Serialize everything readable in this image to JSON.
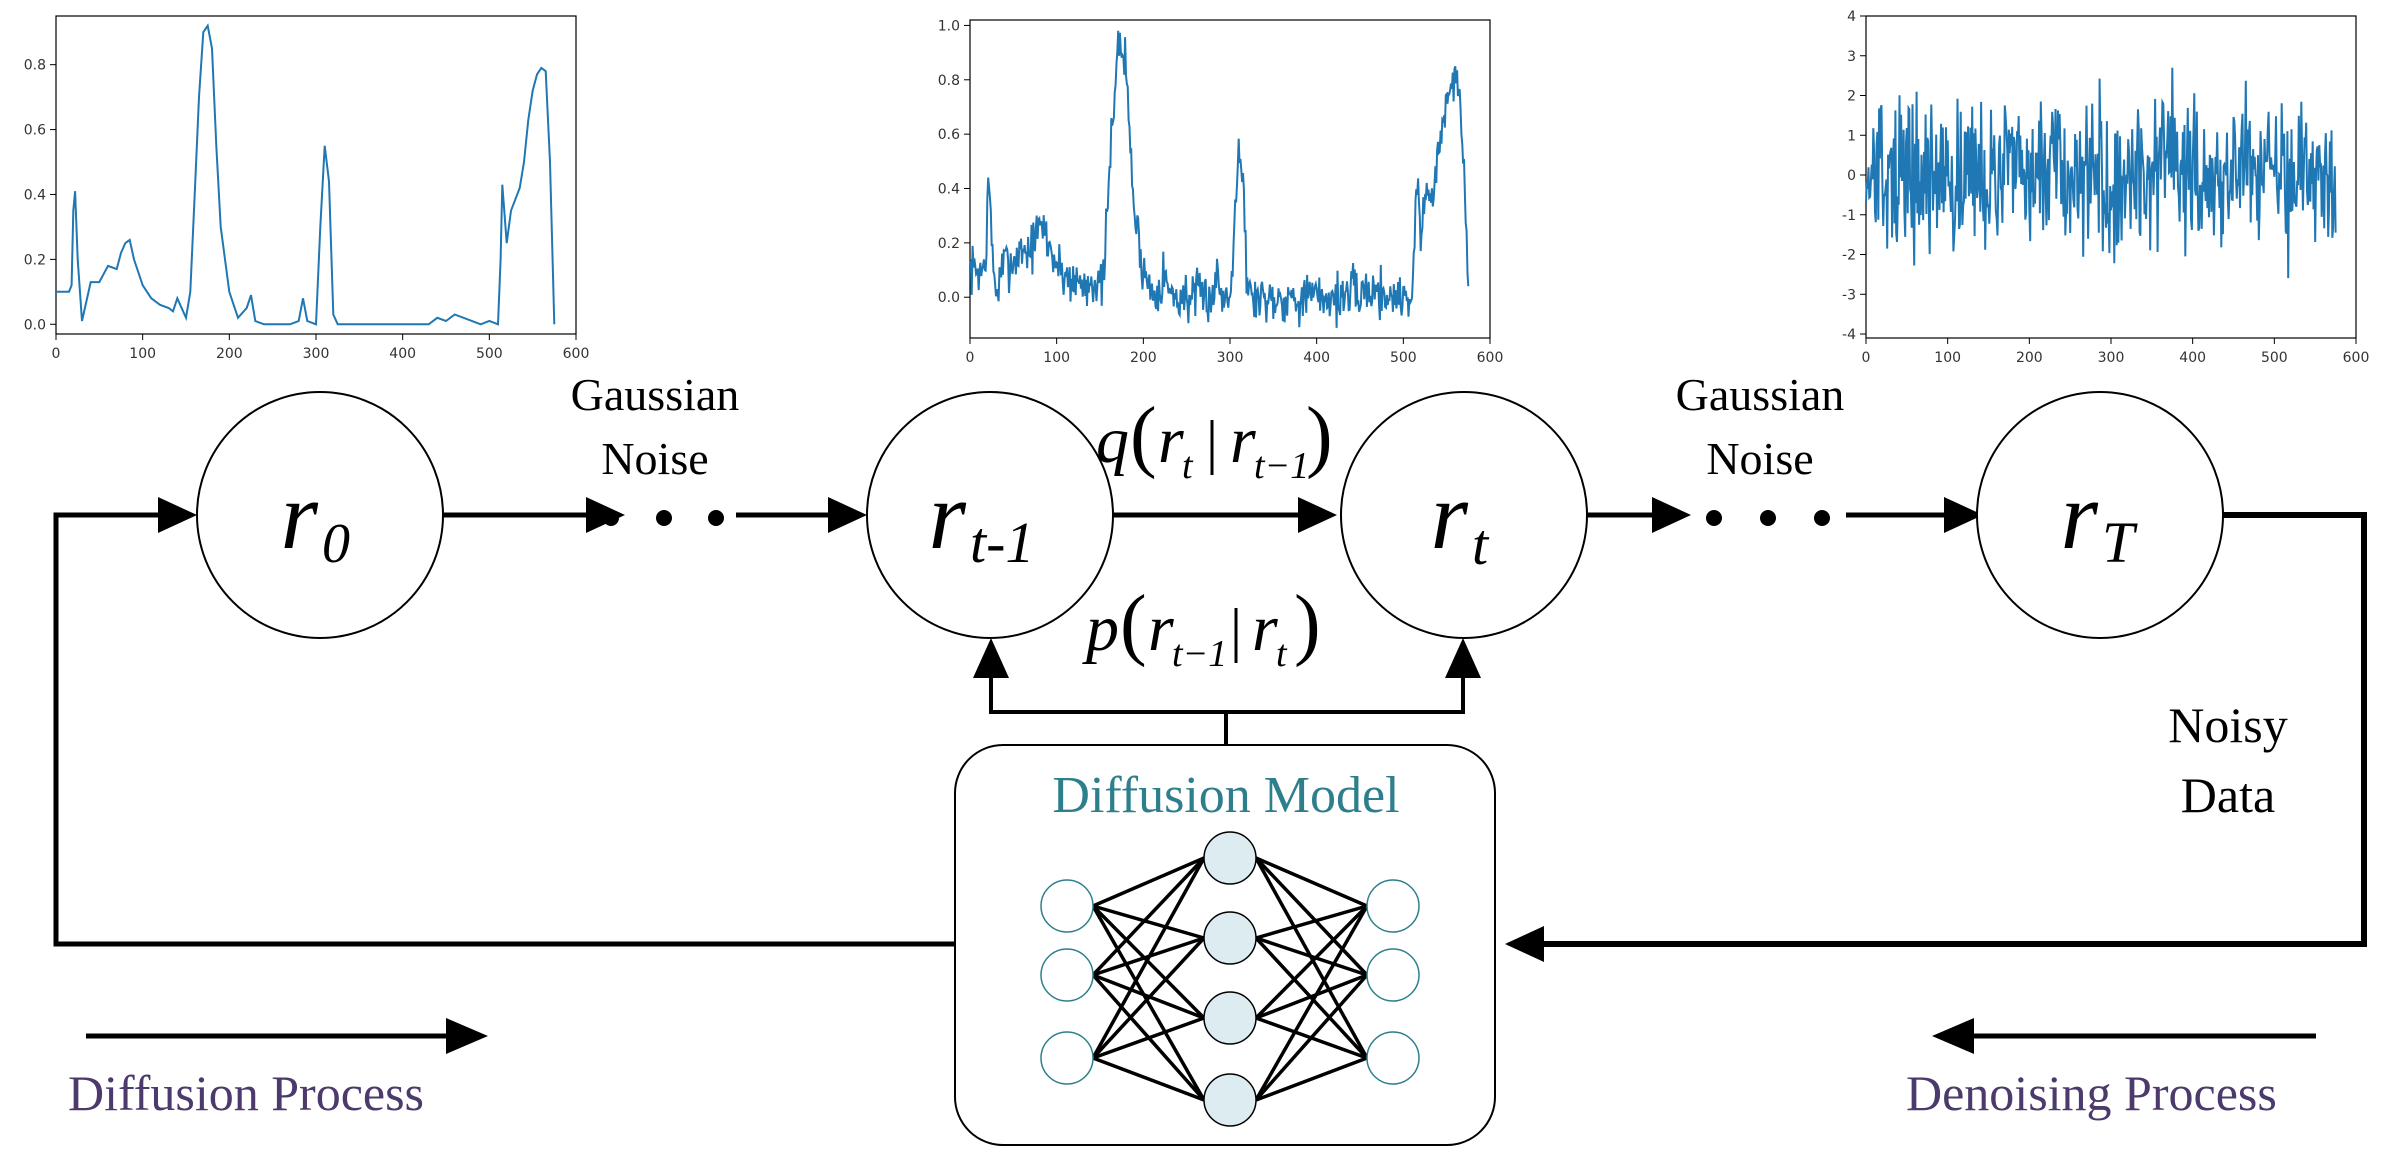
{
  "nodes": {
    "r0": {
      "base": "r",
      "sub": "0"
    },
    "rt1": {
      "base": "r",
      "sub": "t-1"
    },
    "rt": {
      "base": "r",
      "sub": "t"
    },
    "rT": {
      "base": "r",
      "sub": "T"
    }
  },
  "labels": {
    "noise_left_line1": "Gaussian",
    "noise_left_line2": "Noise",
    "noise_right_line1": "Gaussian",
    "noise_right_line2": "Noise",
    "noisy_line1": "Noisy",
    "noisy_line2": "Data",
    "model_title": "Diffusion Model",
    "diffusion_process": "Diffusion Process",
    "denoising_process": "Denoising Process",
    "ellipsis": "• • •"
  },
  "formulas": {
    "q": {
      "fn": "q",
      "a": "r",
      "a_sub": "t",
      "bar": "|",
      "b": "r",
      "b_sub": "t−1"
    },
    "p": {
      "fn": "p",
      "a": "r",
      "a_sub": "t−1",
      "bar": "|",
      "b": "r",
      "b_sub": "t"
    }
  },
  "colors": {
    "line": "#1f77b4",
    "teal": "#2e7f8c",
    "purple": "#4b3a6b",
    "neuron_fill": "#dcecf0",
    "neuron_outline_light": "#2e7f8c"
  },
  "chart_data": [
    {
      "type": "line",
      "xticks": [
        "0",
        "100",
        "200",
        "300",
        "400",
        "500",
        "600"
      ],
      "yticks": [
        "0.0",
        "0.2",
        "0.4",
        "0.6",
        "0.8"
      ],
      "xlim": [
        0,
        600
      ],
      "ylim": [
        -0.03,
        0.95
      ],
      "series": [
        {
          "x": [
            0,
            10,
            15,
            18,
            20,
            22,
            25,
            30,
            40,
            50,
            60,
            70,
            75,
            80,
            85,
            90,
            100,
            110,
            120,
            130,
            135,
            140,
            150,
            155,
            160,
            165,
            170,
            175,
            180,
            185,
            190,
            200,
            210,
            220,
            225,
            230,
            240,
            270,
            280,
            285,
            290,
            300,
            305,
            310,
            315,
            320,
            325,
            330,
            400,
            430,
            440,
            450,
            460,
            490,
            500,
            510,
            513,
            515,
            520,
            525,
            535,
            540,
            545,
            550,
            555,
            560,
            565,
            570,
            575
          ],
          "y": [
            0.1,
            0.1,
            0.1,
            0.12,
            0.35,
            0.41,
            0.2,
            0.01,
            0.13,
            0.13,
            0.18,
            0.17,
            0.22,
            0.25,
            0.26,
            0.2,
            0.12,
            0.08,
            0.06,
            0.05,
            0.04,
            0.08,
            0.02,
            0.1,
            0.4,
            0.7,
            0.9,
            0.92,
            0.85,
            0.55,
            0.3,
            0.1,
            0.02,
            0.05,
            0.09,
            0.01,
            0.0,
            0.0,
            0.01,
            0.08,
            0.01,
            0.0,
            0.3,
            0.55,
            0.44,
            0.03,
            0.0,
            0.0,
            0.0,
            0.0,
            0.02,
            0.01,
            0.03,
            0.0,
            0.01,
            0.0,
            0.2,
            0.43,
            0.25,
            0.35,
            0.42,
            0.5,
            0.63,
            0.72,
            0.77,
            0.79,
            0.78,
            0.5,
            0.0
          ]
        }
      ]
    },
    {
      "type": "line",
      "xticks": [
        "0",
        "100",
        "200",
        "300",
        "400",
        "500",
        "600"
      ],
      "yticks": [
        "0.0",
        "0.2",
        "0.4",
        "0.6",
        "0.8",
        "1.0"
      ],
      "xlim": [
        0,
        600
      ],
      "ylim": [
        -0.15,
        1.02
      ],
      "series": [
        {
          "gen": "noisy",
          "base": "chart1",
          "noise": 0.045,
          "seed": 7
        }
      ]
    },
    {
      "type": "line",
      "xticks": [
        "0",
        "100",
        "200",
        "300",
        "400",
        "500",
        "600"
      ],
      "yticks": [
        "-4",
        "-3",
        "-2",
        "-1",
        "0",
        "1",
        "2",
        "3",
        "4"
      ],
      "xlim": [
        0,
        600
      ],
      "ylim": [
        -4.1,
        4.0
      ],
      "series": [
        {
          "gen": "random",
          "scale": 0.95,
          "seed": 13
        }
      ]
    }
  ]
}
